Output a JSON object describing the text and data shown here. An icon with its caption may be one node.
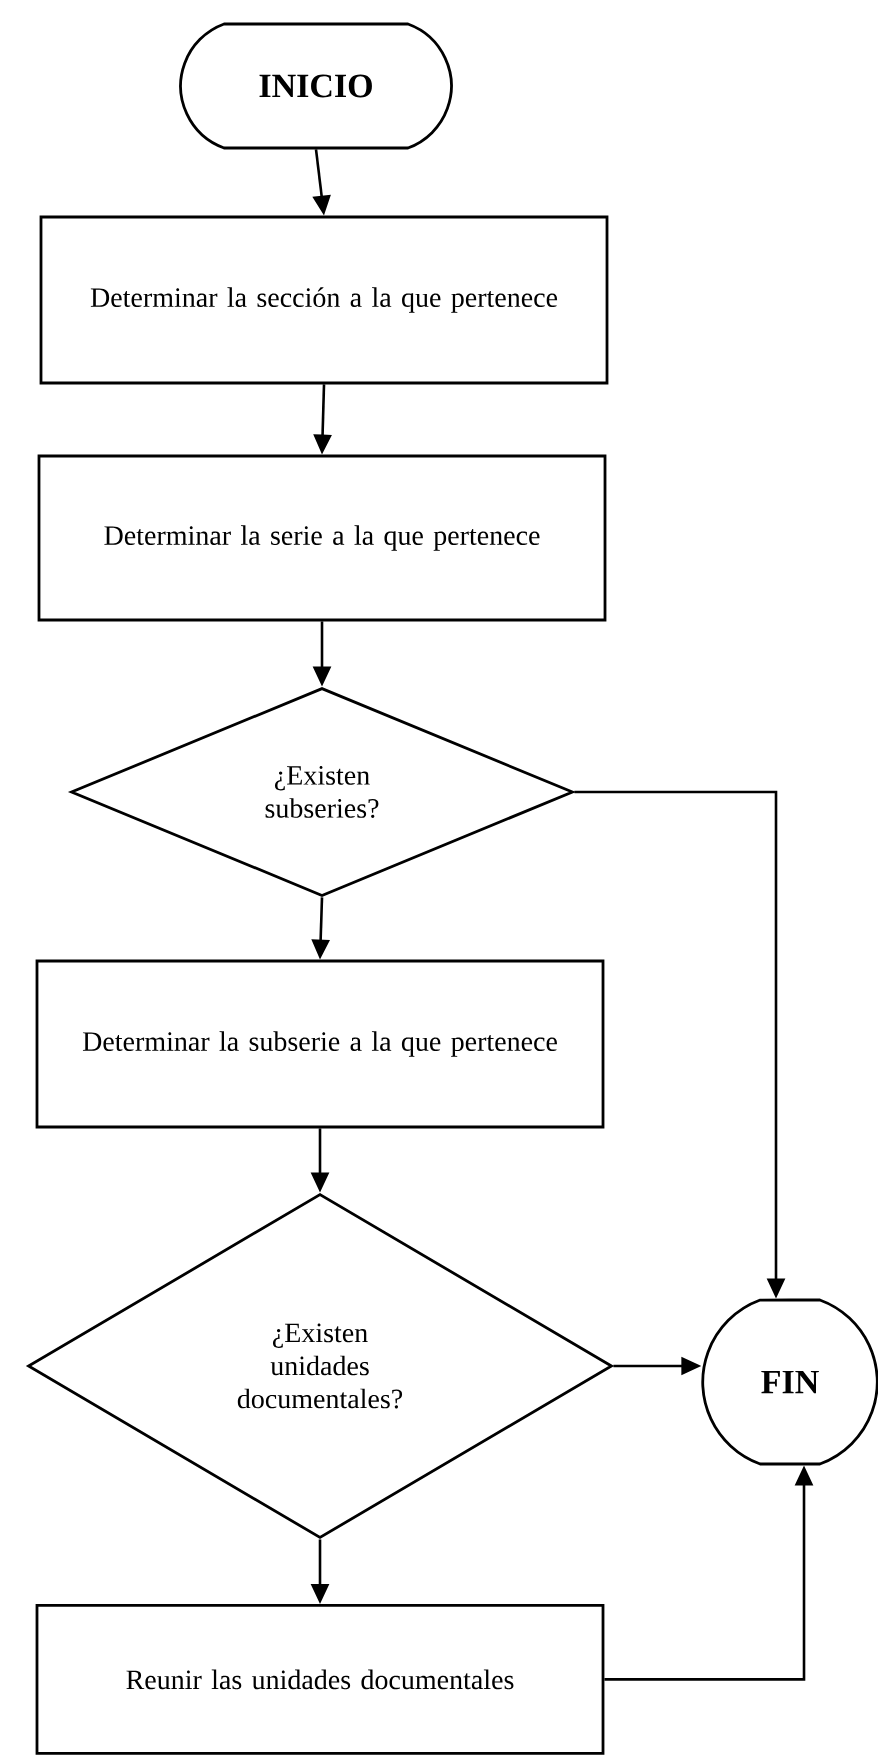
{
  "diagram": {
    "nodes": [
      {
        "text": [
          "INICIO"
        ]
      },
      {
        "text": [
          "Determinar la sección a la que pertenece"
        ]
      },
      {
        "text": [
          "Determinar la serie a la que pertenece"
        ]
      },
      {
        "text": [
          "¿Existen subseries?"
        ]
      },
      {
        "text": [
          "Determinar la subserie a la que pertenece"
        ]
      },
      {
        "text": [
          "¿Existen unidades documentales?"
        ]
      },
      {
        "text": [
          "Reunir las unidades documentales"
        ]
      },
      {
        "text": [
          "FIN"
        ]
      }
    ],
    "edges": [
      {
        "from": 0,
        "to": 1,
        "arrow": "to"
      },
      {
        "from": 1,
        "to": 2,
        "arrow": "to"
      },
      {
        "from": 2,
        "to": 3,
        "arrow": "to"
      },
      {
        "from": 3,
        "to": 4,
        "arrow": "to"
      },
      {
        "from": 3,
        "to": 7,
        "arrow": "to"
      },
      {
        "from": 4,
        "to": 5,
        "arrow": "to"
      },
      {
        "from": 5,
        "to": 6,
        "arrow": "to"
      },
      {
        "from": 5,
        "to": 7,
        "arrow": "to"
      },
      {
        "from": 6,
        "to": 7,
        "arrow": "to"
      }
    ]
  }
}
